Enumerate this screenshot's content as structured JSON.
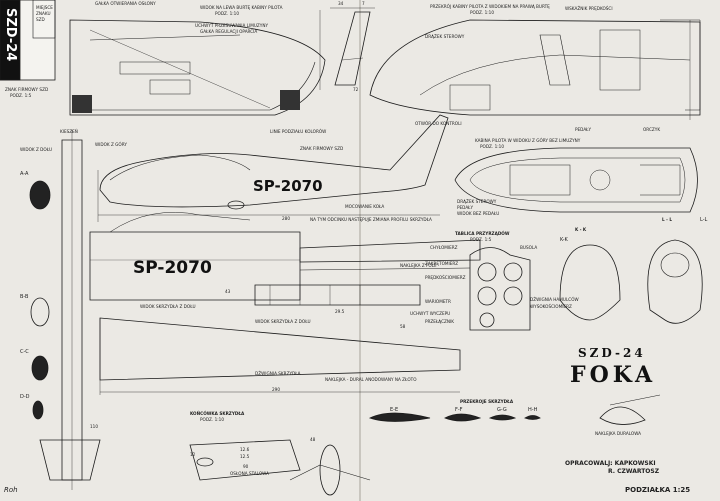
{
  "title_block": {
    "model": "SZD-24",
    "name": "FOKA",
    "authors_label": "OPRACOWAL :",
    "author_1": "J. KAPKOWSKI",
    "author_2": "R. CZWARTOSZ",
    "scale": "PODZIAŁKA 1:25",
    "corner_stamp_lines": [
      "MIEJSCE",
      "ZNAKU",
      "SZD"
    ],
    "signature": "Roh"
  },
  "registration": "SP-2070",
  "views": {
    "canopy_side_view": "WIDOK NA LEWA BURTĘ KABINY PILOTA",
    "canopy_side_scale": "PODZ. 1:10",
    "cockpit_section": "PRZEKRÓJ KABINY PILOTA Z WIDOKIEM NA PRAWĄ BURTĘ",
    "cockpit_section_scale": "PODZ. 1:10",
    "cockpit_top_view": "KABINA PILOTA W WIDOKU Z GÓRY BEZ LIMUZYNY",
    "cockpit_top_scale": "PODZ. 1:10",
    "instrument_panel": "TABLICA PRZYRZĄDÓW",
    "instrument_panel_scale": "PODZ. 1:5",
    "wing_sections": "PRZEKROJE SKRZYDŁA",
    "wing_tip": "KOŃCÓWKA SKRZYDŁA",
    "wing_tip_scale": "PODZ. 1:10",
    "top_view_label": "WIDOK Z GÓRY",
    "bottom_view_label": "WIDOK Z DOŁU",
    "wing_top_view_label": "WIDOK SKRZYDŁA Z DOŁU",
    "k_k": "K - K",
    "l_l": "L - L"
  },
  "callouts": {
    "canopy": [
      "GAŁKA OTWIERANIA OSŁONY",
      "UCHWYT PRZESUWANIA LIMUZYNY",
      "GAŁKA REGULACJI OPARCIA",
      "KIESZEŃ"
    ],
    "cockpit_section": [
      "OTWÓR DO KONTROLI",
      "WSKAŹNIK PRĘDKOŚCI",
      "PEDAŁY",
      "ORCZYK",
      "DRĄŻEK STEROWY"
    ],
    "cockpit_top": [
      "DRĄŻEK STEROWY",
      "PEDAŁY",
      "WIDOK BEZ PEDAŁU"
    ],
    "instruments": [
      "CHYŁOMIERZ",
      "BUSOLA",
      "ZAKRĘTOMIERZ",
      "PRĘDKOŚCIOMIERZ",
      "WARIOMETR",
      "WYSOKOŚCIOMIERZ",
      "UCHWYT WYCZEPU",
      "DŹWIGNIA HAMULCÓW",
      "PRZEŁĄCZNIK"
    ],
    "fuselage": [
      "LINIE PODZIAŁU KOLORÓW",
      "ZNAK FIRMOWY SZD",
      "ZNAK FIRMOWY SZD",
      "PODZ. 1:5",
      "NA TYM ODCINKU NASTĘPUJE ZMIANA PROFILU SKRZYDŁA",
      "NAKLEJKA Z FOLII",
      "MOCOWANIE KOŁA",
      "OSŁONA STALOWA"
    ],
    "wing": [
      "NAKLEJKA - DURAL ANODOWANY NA ZŁOTO",
      "WIDOK SKRZYDŁA Z DOŁU",
      "DŹWIGNIA SKRZYDŁA",
      "NAKLEJKA DURALOWA"
    ]
  },
  "section_marks": [
    "A-A",
    "B-B",
    "C-C",
    "D-D",
    "E-E",
    "F-F",
    "G-G",
    "H-H",
    "K-K",
    "L-L"
  ],
  "dimensions": [
    "34",
    "7",
    "72",
    "280",
    "290",
    "43",
    "29.5",
    "58",
    "110",
    "90",
    "48",
    "12",
    "12.5",
    "12.6"
  ]
}
